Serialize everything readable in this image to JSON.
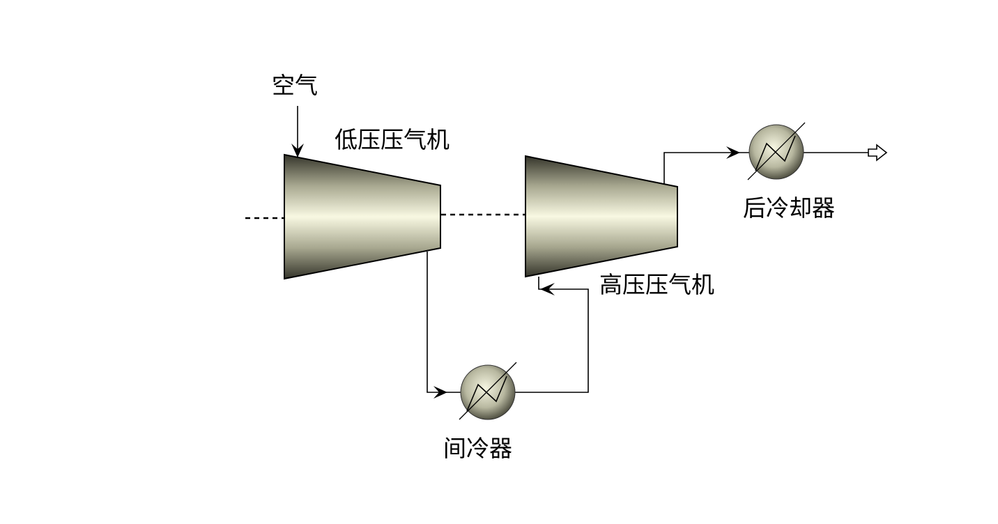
{
  "streams": {
    "feed_label": "空气"
  },
  "blocks": {
    "lp_compressor": "低压压气机",
    "hp_compressor": "高压压气机",
    "intercooler": "间冷器",
    "aftercooler": "后冷却器"
  },
  "colors": {
    "equipment_dark": "#34342a",
    "equipment_light": "#f8f8e2",
    "line": "#000000"
  }
}
